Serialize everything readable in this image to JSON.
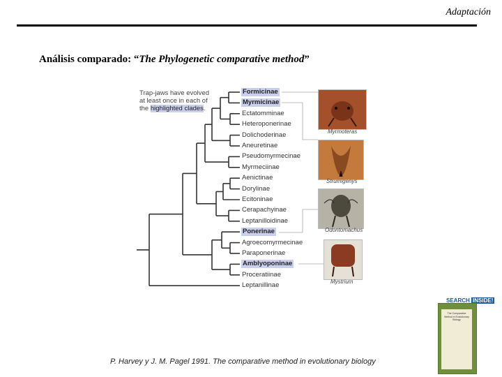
{
  "header": {
    "section": "Adaptación"
  },
  "slide": {
    "title_prefix": "Análisis comparado: “",
    "title_italic": "The Phylogenetic comparative method",
    "title_suffix": "”",
    "citation": "P. Harvey y J. M. Pagel 1991. The comparative method in evolutionary biology"
  },
  "figure": {
    "note_plain": "Trap-jaws have evolved at least once in each of the ",
    "note_highlight": "highlighted clades",
    "note_end": ".",
    "taxa": [
      {
        "label": "Formicinae",
        "highlighted": true
      },
      {
        "label": "Myrmicinae",
        "highlighted": true
      },
      {
        "label": "Ectatomminae",
        "highlighted": false
      },
      {
        "label": "Heteroponerinae",
        "highlighted": false
      },
      {
        "label": "Dolichoderinae",
        "highlighted": false
      },
      {
        "label": "Aneuretinae",
        "highlighted": false
      },
      {
        "label": "Pseudomyrmecinae",
        "highlighted": false
      },
      {
        "label": "Myrmeciinae",
        "highlighted": false
      },
      {
        "label": "Aenictinae",
        "highlighted": false
      },
      {
        "label": "Dorylinae",
        "highlighted": false
      },
      {
        "label": "Ecitoninae",
        "highlighted": false
      },
      {
        "label": "Cerapachyinae",
        "highlighted": false
      },
      {
        "label": "Leptanilloidinae",
        "highlighted": false
      },
      {
        "label": "Ponerinae",
        "highlighted": true
      },
      {
        "label": "Agroecomyrmecinae",
        "highlighted": false
      },
      {
        "label": "Paraponerinae",
        "highlighted": false
      },
      {
        "label": "Amblyoponinae",
        "highlighted": true
      },
      {
        "label": "Proceratiinae",
        "highlighted": false
      },
      {
        "label": "Leptanillinae",
        "highlighted": false
      }
    ],
    "ant_images": [
      {
        "caption": "Myrmoteras"
      },
      {
        "caption": "Strumigenys"
      },
      {
        "caption": "Odontomachus"
      },
      {
        "caption": "Mystrium"
      }
    ]
  },
  "book": {
    "badge_left": "SEARCH",
    "badge_right": "INSIDE!",
    "cover_text": "The Comparative Method in Evolutionary Biology"
  },
  "colors": {
    "highlight": "#c9cfec",
    "tree_line": "#333333",
    "book_cover": "#6f8f3a"
  }
}
